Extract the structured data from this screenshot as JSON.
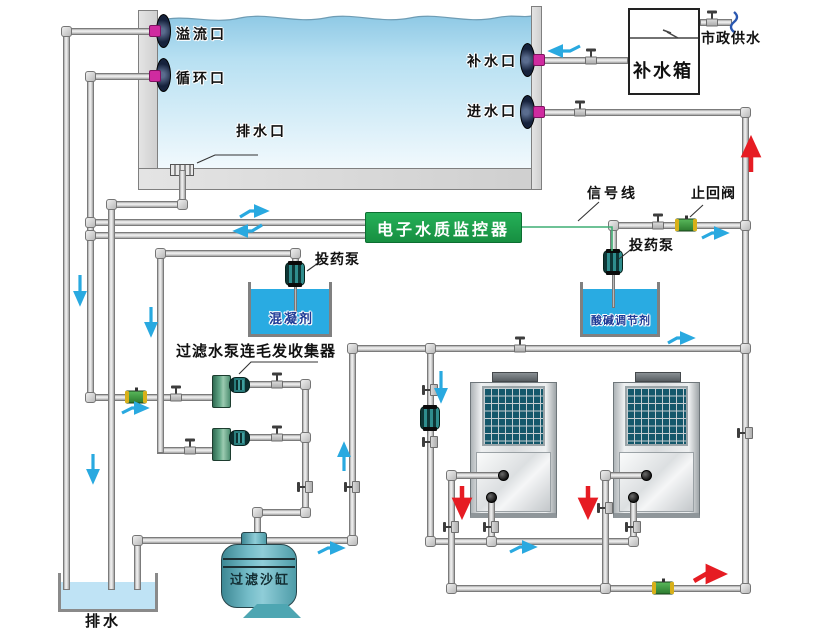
{
  "diagram": {
    "pool": {
      "overflow_port": "溢流口",
      "circulation_port": "循环口",
      "drain_port": "排水口",
      "makeup_port": "补水口",
      "inlet_port": "进水口"
    },
    "makeup_tank": "补水箱",
    "municipal_supply": "市政供水",
    "monitor": "电子水质监控器",
    "signal_line": "信号线",
    "check_valve": "止回阀",
    "dosing_pump_left": "投药泵",
    "dosing_pump_right": "投药泵",
    "coagulant_tank": "混凝剂",
    "acid_alkali_tank": "酸碱调节剂",
    "filter_pump": "过滤水泵连毛发收集器",
    "sand_filter": "过滤沙缸",
    "drain_basin": "排水",
    "colors": {
      "monitor_green": "#1ea24b",
      "chem_water_blue": "#29abe2",
      "flow_arrow_blue": "#29a9e0",
      "flow_arrow_red": "#e61c23",
      "signal_green": "#3fae74",
      "port_magenta": "#cf2ba0",
      "sand_filter_teal": "#5fb0bc"
    }
  }
}
